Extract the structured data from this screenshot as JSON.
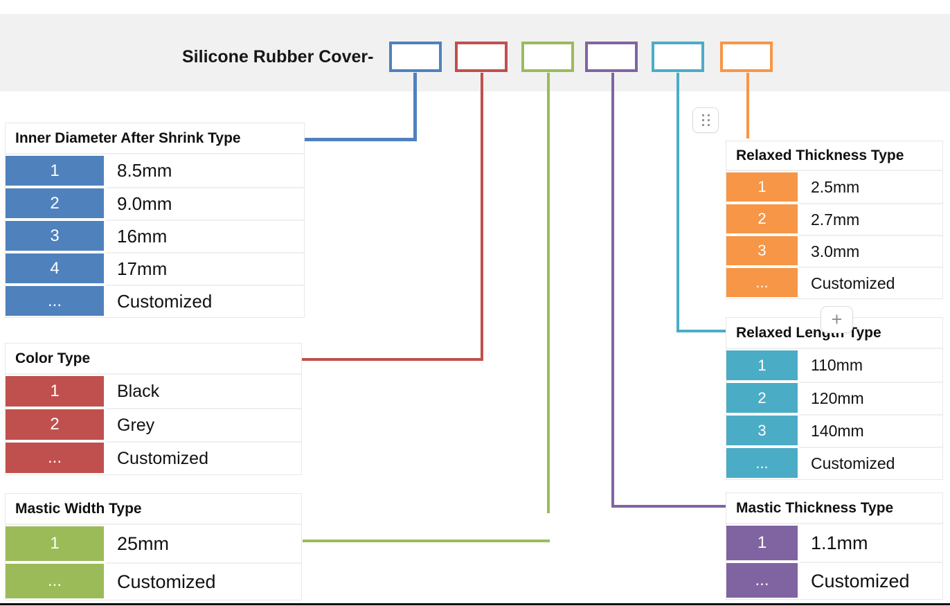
{
  "header": {
    "title": "Silicone Rubber Cover-",
    "code_boxes": [
      {
        "name": "inner-diameter-code-box",
        "color": "#4F81BD"
      },
      {
        "name": "color-code-box",
        "color": "#C0504D"
      },
      {
        "name": "mastic-width-code-box",
        "color": "#9BBB59"
      },
      {
        "name": "mastic-thickness-code-box",
        "color": "#8064A2"
      },
      {
        "name": "relaxed-length-code-box",
        "color": "#4BACC6"
      },
      {
        "name": "relaxed-thickness-code-box",
        "color": "#F79646"
      }
    ]
  },
  "connector_colors": {
    "blue": "#4F81BD",
    "red": "#C0504D",
    "green": "#9BBB59",
    "purple": "#8064A2",
    "teal": "#4BACC6",
    "orange": "#F79646"
  },
  "widgets": {
    "grip_icon": "grip-dots-icon",
    "add_button_label": "+"
  },
  "tables": [
    {
      "id": "inner-diameter",
      "title": "Inner Diameter After Shrink Type",
      "accent": "#4F81BD",
      "rows": [
        {
          "code": "1",
          "value": "8.5mm"
        },
        {
          "code": "2",
          "value": "9.0mm"
        },
        {
          "code": "3",
          "value": "16mm"
        },
        {
          "code": "4",
          "value": "17mm"
        },
        {
          "code": "...",
          "value": "Customized"
        }
      ]
    },
    {
      "id": "color",
      "title": "Color Type",
      "accent": "#C0504D",
      "rows": [
        {
          "code": "1",
          "value": "Black"
        },
        {
          "code": "2",
          "value": "Grey"
        },
        {
          "code": "...",
          "value": "Customized"
        }
      ]
    },
    {
      "id": "mastic-width",
      "title": "Mastic Width Type",
      "accent": "#9BBB59",
      "rows": [
        {
          "code": "1",
          "value": "25mm"
        },
        {
          "code": "...",
          "value": "Customized"
        }
      ]
    },
    {
      "id": "relaxed-thickness",
      "title": "Relaxed Thickness Type",
      "accent": "#F79646",
      "rows": [
        {
          "code": "1",
          "value": "2.5mm"
        },
        {
          "code": "2",
          "value": "2.7mm"
        },
        {
          "code": "3",
          "value": "3.0mm"
        },
        {
          "code": "...",
          "value": "Customized"
        }
      ]
    },
    {
      "id": "relaxed-length",
      "title": "Relaxed Length Type",
      "accent": "#4BACC6",
      "rows": [
        {
          "code": "1",
          "value": "110mm"
        },
        {
          "code": "2",
          "value": "120mm"
        },
        {
          "code": "3",
          "value": "140mm"
        },
        {
          "code": "...",
          "value": "Customized"
        }
      ]
    },
    {
      "id": "mastic-thickness",
      "title": "Mastic Thickness Type",
      "accent": "#8064A2",
      "rows": [
        {
          "code": "1",
          "value": "1.1mm"
        },
        {
          "code": "...",
          "value": "Customized"
        }
      ]
    }
  ]
}
